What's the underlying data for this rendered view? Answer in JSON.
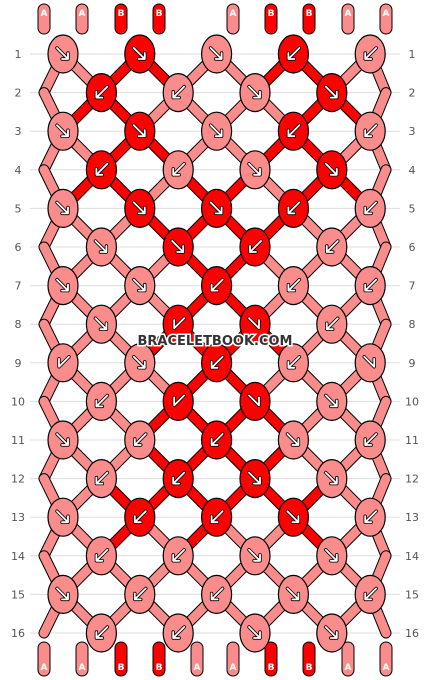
{
  "watermark": "BRACELETBOOK.COM",
  "colors": {
    "A": "#fa8c8c",
    "B": "#ff0000"
  },
  "top_labels": [
    "A",
    "A",
    "B",
    "B",
    "A",
    "B",
    "B",
    "A",
    "A"
  ],
  "bottom_labels": [
    "A",
    "A",
    "B",
    "B",
    "A",
    "A",
    "B",
    "B",
    "A",
    "A"
  ],
  "row_labels": [
    "1",
    "2",
    "3",
    "4",
    "5",
    "6",
    "7",
    "8",
    "9",
    "10",
    "11",
    "12",
    "13",
    "14",
    "15",
    "16"
  ],
  "knots": [
    {
      "row": 1,
      "col": 0,
      "color": "A",
      "dir": "se"
    },
    {
      "row": 1,
      "col": 2,
      "color": "B",
      "dir": "se"
    },
    {
      "row": 1,
      "col": 4,
      "color": "A",
      "dir": "se"
    },
    {
      "row": 1,
      "col": 6,
      "color": "B",
      "dir": "sw"
    },
    {
      "row": 1,
      "col": 8,
      "color": "A",
      "dir": "sw"
    },
    {
      "row": 2,
      "col": 1,
      "color": "B",
      "dir": "sw"
    },
    {
      "row": 2,
      "col": 3,
      "color": "A",
      "dir": "sw"
    },
    {
      "row": 2,
      "col": 5,
      "color": "A",
      "dir": "se"
    },
    {
      "row": 2,
      "col": 7,
      "color": "B",
      "dir": "se"
    },
    {
      "row": 3,
      "col": 0,
      "color": "A",
      "dir": "se"
    },
    {
      "row": 3,
      "col": 2,
      "color": "B",
      "dir": "se"
    },
    {
      "row": 3,
      "col": 4,
      "color": "A",
      "dir": "se"
    },
    {
      "row": 3,
      "col": 6,
      "color": "B",
      "dir": "sw"
    },
    {
      "row": 3,
      "col": 8,
      "color": "A",
      "dir": "sw"
    },
    {
      "row": 4,
      "col": 1,
      "color": "B",
      "dir": "sw"
    },
    {
      "row": 4,
      "col": 3,
      "color": "A",
      "dir": "sw"
    },
    {
      "row": 4,
      "col": 5,
      "color": "A",
      "dir": "se"
    },
    {
      "row": 4,
      "col": 7,
      "color": "B",
      "dir": "se"
    },
    {
      "row": 5,
      "col": 0,
      "color": "A",
      "dir": "se"
    },
    {
      "row": 5,
      "col": 2,
      "color": "B",
      "dir": "se"
    },
    {
      "row": 5,
      "col": 4,
      "color": "B",
      "dir": "se"
    },
    {
      "row": 5,
      "col": 6,
      "color": "B",
      "dir": "sw"
    },
    {
      "row": 5,
      "col": 8,
      "color": "A",
      "dir": "sw"
    },
    {
      "row": 6,
      "col": 1,
      "color": "A",
      "dir": "se"
    },
    {
      "row": 6,
      "col": 3,
      "color": "B",
      "dir": "se"
    },
    {
      "row": 6,
      "col": 5,
      "color": "B",
      "dir": "sw"
    },
    {
      "row": 6,
      "col": 7,
      "color": "A",
      "dir": "sw"
    },
    {
      "row": 7,
      "col": 0,
      "color": "A",
      "dir": "se"
    },
    {
      "row": 7,
      "col": 2,
      "color": "A",
      "dir": "se"
    },
    {
      "row": 7,
      "col": 4,
      "color": "B",
      "dir": "sw"
    },
    {
      "row": 7,
      "col": 6,
      "color": "A",
      "dir": "sw"
    },
    {
      "row": 7,
      "col": 8,
      "color": "A",
      "dir": "sw"
    },
    {
      "row": 8,
      "col": 1,
      "color": "A",
      "dir": "se"
    },
    {
      "row": 8,
      "col": 3,
      "color": "B",
      "dir": "sw-l"
    },
    {
      "row": 8,
      "col": 5,
      "color": "B",
      "dir": "se-r"
    },
    {
      "row": 8,
      "col": 7,
      "color": "A",
      "dir": "sw"
    },
    {
      "row": 9,
      "col": 0,
      "color": "A",
      "dir": "sw-l"
    },
    {
      "row": 9,
      "col": 2,
      "color": "A",
      "dir": "se"
    },
    {
      "row": 9,
      "col": 4,
      "color": "B",
      "dir": "sw"
    },
    {
      "row": 9,
      "col": 6,
      "color": "A",
      "dir": "sw"
    },
    {
      "row": 9,
      "col": 8,
      "color": "A",
      "dir": "se-r"
    },
    {
      "row": 10,
      "col": 1,
      "color": "A",
      "dir": "sw"
    },
    {
      "row": 10,
      "col": 3,
      "color": "B",
      "dir": "sw-l"
    },
    {
      "row": 10,
      "col": 5,
      "color": "B",
      "dir": "se-r"
    },
    {
      "row": 10,
      "col": 7,
      "color": "A",
      "dir": "se"
    },
    {
      "row": 11,
      "col": 0,
      "color": "A",
      "dir": "se"
    },
    {
      "row": 11,
      "col": 2,
      "color": "A",
      "dir": "sw"
    },
    {
      "row": 11,
      "col": 4,
      "color": "B",
      "dir": "sw"
    },
    {
      "row": 11,
      "col": 6,
      "color": "A",
      "dir": "se"
    },
    {
      "row": 11,
      "col": 8,
      "color": "A",
      "dir": "sw"
    },
    {
      "row": 12,
      "col": 1,
      "color": "A",
      "dir": "sw"
    },
    {
      "row": 12,
      "col": 3,
      "color": "B",
      "dir": "sw"
    },
    {
      "row": 12,
      "col": 5,
      "color": "B",
      "dir": "se"
    },
    {
      "row": 12,
      "col": 7,
      "color": "A",
      "dir": "se"
    },
    {
      "row": 13,
      "col": 0,
      "color": "A",
      "dir": "se"
    },
    {
      "row": 13,
      "col": 2,
      "color": "B",
      "dir": "sw"
    },
    {
      "row": 13,
      "col": 4,
      "color": "B",
      "dir": "sw"
    },
    {
      "row": 13,
      "col": 6,
      "color": "B",
      "dir": "se"
    },
    {
      "row": 13,
      "col": 8,
      "color": "A",
      "dir": "sw"
    },
    {
      "row": 14,
      "col": 1,
      "color": "A",
      "dir": "sw"
    },
    {
      "row": 14,
      "col": 3,
      "color": "A",
      "dir": "sw"
    },
    {
      "row": 14,
      "col": 5,
      "color": "A",
      "dir": "se"
    },
    {
      "row": 14,
      "col": 7,
      "color": "A",
      "dir": "se"
    },
    {
      "row": 15,
      "col": 0,
      "color": "A",
      "dir": "se"
    },
    {
      "row": 15,
      "col": 2,
      "color": "A",
      "dir": "sw"
    },
    {
      "row": 15,
      "col": 4,
      "color": "A",
      "dir": "sw"
    },
    {
      "row": 15,
      "col": 6,
      "color": "A",
      "dir": "se"
    },
    {
      "row": 15,
      "col": 8,
      "color": "A",
      "dir": "sw"
    },
    {
      "row": 16,
      "col": 1,
      "color": "A",
      "dir": "sw"
    },
    {
      "row": 16,
      "col": 3,
      "color": "A",
      "dir": "sw"
    },
    {
      "row": 16,
      "col": 5,
      "color": "A",
      "dir": "se"
    },
    {
      "row": 16,
      "col": 7,
      "color": "A",
      "dir": "se"
    }
  ]
}
